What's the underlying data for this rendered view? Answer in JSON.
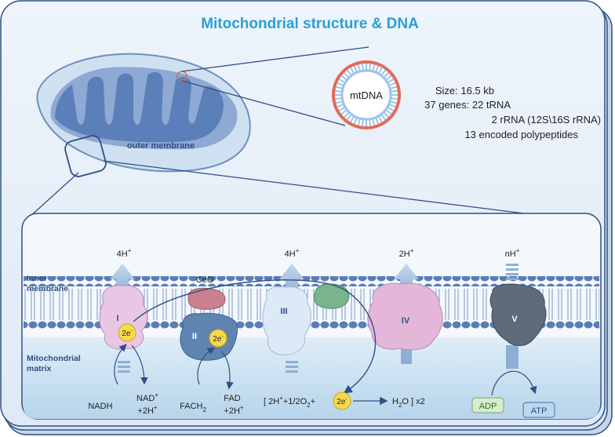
{
  "title": "Mitochondrial structure & DNA",
  "mito": {
    "outer_membrane_label": "outer membrane"
  },
  "mtdna": {
    "label": "mtDNA",
    "size_line": "Size: 16.5 kb",
    "genes_line": "37 genes: 22 tRNA",
    "rrna_line": "2 rRNA (12S\\16S rRNA)",
    "polypeptides_line": "13 encoded polypeptides"
  },
  "regions": {
    "inner_membrane_line1": "Inner",
    "inner_membrane_line2": "membrane",
    "matrix_line1": "Mitochondrial",
    "matrix_line2": "matrix"
  },
  "complexes": {
    "c1": {
      "label": "I",
      "protons": "4H",
      "electrons": "2e"
    },
    "c2": {
      "label": "II",
      "electrons": "2e"
    },
    "c3": {
      "label": "III",
      "protons": "4H"
    },
    "c4": {
      "label": "IV",
      "protons": "2H"
    },
    "c5": {
      "label": "V",
      "protons": "nH"
    },
    "coq": {
      "label": "CeO"
    }
  },
  "reactions": {
    "nadh": "NADH",
    "nad": "NAD",
    "nad_h": "+2H",
    "fach2_base": "FACH",
    "fach2_sub": "2",
    "fad": "FAD",
    "fad_h": "+2H",
    "water_left": "[ 2H",
    "water_mid": "+1/2O",
    "water_mid_sub": "2",
    "water_plus": "+",
    "water_e": "2e",
    "water_product": "H",
    "water_product_sub": "2",
    "water_right": "O ] x2",
    "adp": "ADP",
    "atp": "ATP"
  },
  "colors": {
    "title": "#2b9fd6",
    "panel_border": "#2f4f86",
    "mito_body": "#c9ddef",
    "cristae": "#5b7fb8",
    "membrane_head": "#5a7db5",
    "matrix": "#c2dcee",
    "electron": "#f7d94c",
    "complex1": "#e9c6e6",
    "complex2": "#5f84b0",
    "complex3": "#d8e8f6",
    "complex4": "#e4b6da",
    "complex5": "#5f6b7c",
    "coq": "#c9808f",
    "cytc": "#7ab48c"
  }
}
